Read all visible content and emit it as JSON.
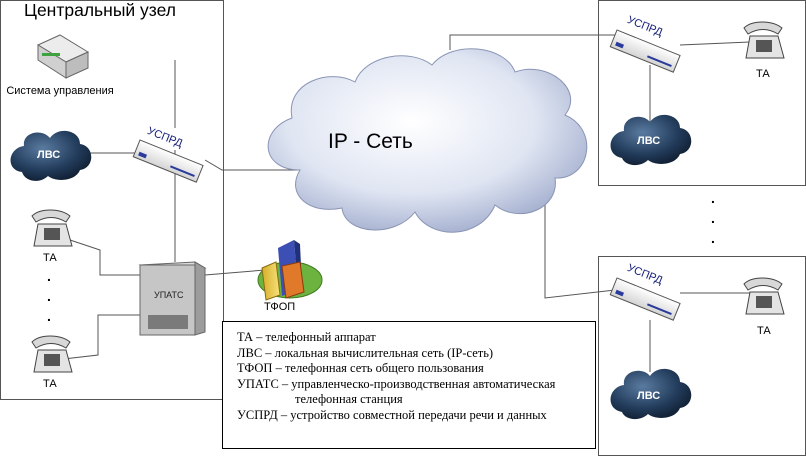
{
  "central": {
    "title": "Центральный узел"
  },
  "devices": {
    "control_system": "Система управления",
    "lan": "ЛВС",
    "usprd": "УСПРД",
    "phone": "ТА",
    "upats": "УПАТС",
    "pstn": "ТФОП",
    "dot": "."
  },
  "network": {
    "label": "IP - Сеть"
  },
  "legend": {
    "rows": [
      "ТА – телефонный аппарат",
      "ЛВС – локальная вычислительная сеть (IP-сеть)",
      "ТФОП – телефонная сеть общего пользования",
      "УПАТС – управленческо-производственная автоматическая",
      "телефонная станция",
      "УСПРД – устройство совместной передачи речи и данных"
    ]
  },
  "colors": {
    "cloud_light": "#e6ebf5",
    "cloud_shade": "#aab4d2",
    "lan_dark": "#1e3450",
    "device_body": "#f4f4f4",
    "device_text": "#1a237e",
    "exchange": "#c7c7c7"
  }
}
